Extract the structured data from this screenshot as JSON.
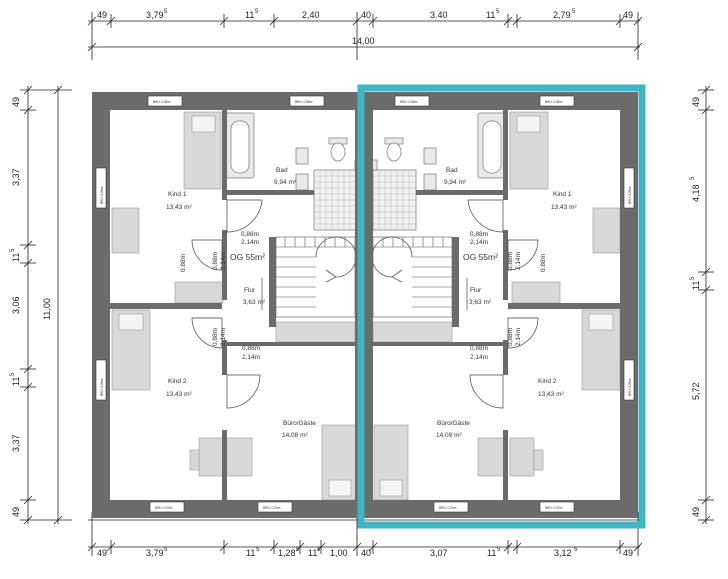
{
  "dimensions": {
    "top": {
      "seg1": "49",
      "seg2": "3,79",
      "seg2_sup": "5",
      "seg3": "11",
      "seg3_sup": "5",
      "seg4": "2,40",
      "seg5": "40",
      "seg6": "3.40",
      "seg7": "11",
      "seg7_sup": "5",
      "seg8": "2,79",
      "seg8_sup": "5",
      "seg9": "49",
      "total": "14,00"
    },
    "bottom": {
      "seg1": "49",
      "seg2": "3,79",
      "seg2_sup": "5",
      "seg3": "11",
      "seg3_sup": "5",
      "seg4": "1,28",
      "seg4_sup": "5",
      "seg5": "11",
      "seg5_sup": "5",
      "seg6": "1,00",
      "seg7": "40",
      "seg8": "3,07",
      "seg9": "11",
      "seg9_sup": "5",
      "seg10": "3,12",
      "seg10_sup": "5",
      "seg11": "49"
    },
    "left": {
      "seg1": "49",
      "seg2": "3,37",
      "seg3": "11",
      "seg3_sup": "5",
      "seg4": "3,06",
      "seg5": "11",
      "seg5_sup": "5",
      "seg6": "3,37",
      "seg7": "49",
      "total": "11,00"
    },
    "right": {
      "seg1": "49",
      "seg2": "4,18",
      "seg2_sup": "5",
      "seg3": "11",
      "seg3_sup": "5",
      "seg4": "5,72",
      "seg5": "49"
    }
  },
  "rooms": {
    "kind1_left": {
      "name": "Kind 1",
      "area": "13,43 m²"
    },
    "kind2_left": {
      "name": "Kind 2",
      "area": "13,43 m²"
    },
    "bad_left": {
      "name": "Bad",
      "area": "9,94 m²"
    },
    "flur_left": {
      "name": "Flur",
      "area": "3,63 m²"
    },
    "buero_left": {
      "name": "Büro/Gäste",
      "area": "14,08 m²"
    },
    "og_left": "OG 55m²",
    "kind1_right": {
      "name": "Kind 1",
      "area": "13,43 m²"
    },
    "kind2_right": {
      "name": "Kind 2",
      "area": "13,43 m²"
    },
    "bad_right": {
      "name": "Bad",
      "area": "9,94 m²"
    },
    "flur_right": {
      "name": "Flur",
      "area": "3,63 m²"
    },
    "buero_right": {
      "name": "Büro/Gäste",
      "area": "14,09 m²"
    },
    "og_right": "OG 55m²"
  },
  "doors": {
    "d1_w": "0,88m",
    "d1_h": "2,14m",
    "d2_w": "0,88m",
    "d2_h": "2,14m",
    "d3_w": "0,88m",
    "d3_h": "2,14m",
    "d4_w": "0,88m",
    "d4_h": "2,14m",
    "d5_w": "0,88m",
    "d5_h": "2,14m",
    "d6_w": "0,88m",
    "d6_h": "2,14m",
    "d7_w": "0,88m",
    "d7_h": "2,14m",
    "d8_w": "0,88m",
    "d8_h": "2,14m",
    "d9_w": "0,88m",
    "d9_h": "2,14m",
    "d10_w": "0,88m",
    "d10_h": "2,14m"
  },
  "windows": {
    "w1": "BRH: 0,88m",
    "w2": "BRH: 0,88m",
    "w3": "BRH: 0,88m",
    "w4": "BRH: 0,88m",
    "w5": "BRH: 0,00m",
    "w6": "BRH: 0,00m",
    "w7": "BRH: 0,00m",
    "w8": "BRH: 0,00m",
    "w9": "BRH: 0,88m",
    "w10": "BRH: 0,88m",
    "w11": "BRH: 0,88m",
    "w12": "BRH: 0,88m"
  },
  "colors": {
    "wall": "#6b6b6b",
    "furniture": "#d8d8d8",
    "highlight": "#3fb6c2",
    "tile": "#e9e9e9"
  }
}
